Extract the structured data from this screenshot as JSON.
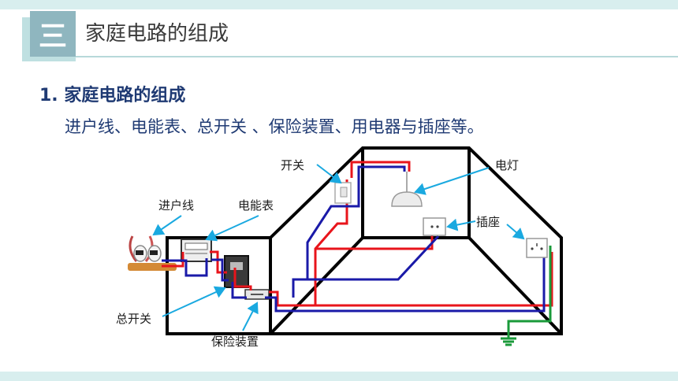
{
  "header": {
    "badge": "三",
    "title": "家庭电路的组成"
  },
  "content": {
    "heading": "1. 家庭电路的组成",
    "body": "进户线、电能表、总开关 、保险装置、用电器与插座等。"
  },
  "diagram": {
    "labels": {
      "incoming_line": "进户线",
      "meter": "电能表",
      "switch": "开关",
      "lamp": "电灯",
      "socket": "插座",
      "main_switch": "总开关",
      "fuse": "保险装置"
    }
  },
  "colors": {
    "accent": "#8fb6bf",
    "heading": "#1f3a73",
    "live_wire": "#e8141b",
    "neutral_wire": "#1a1aa8",
    "ground_wire": "#1a9a3a",
    "pointer": "#1aa9e0"
  }
}
